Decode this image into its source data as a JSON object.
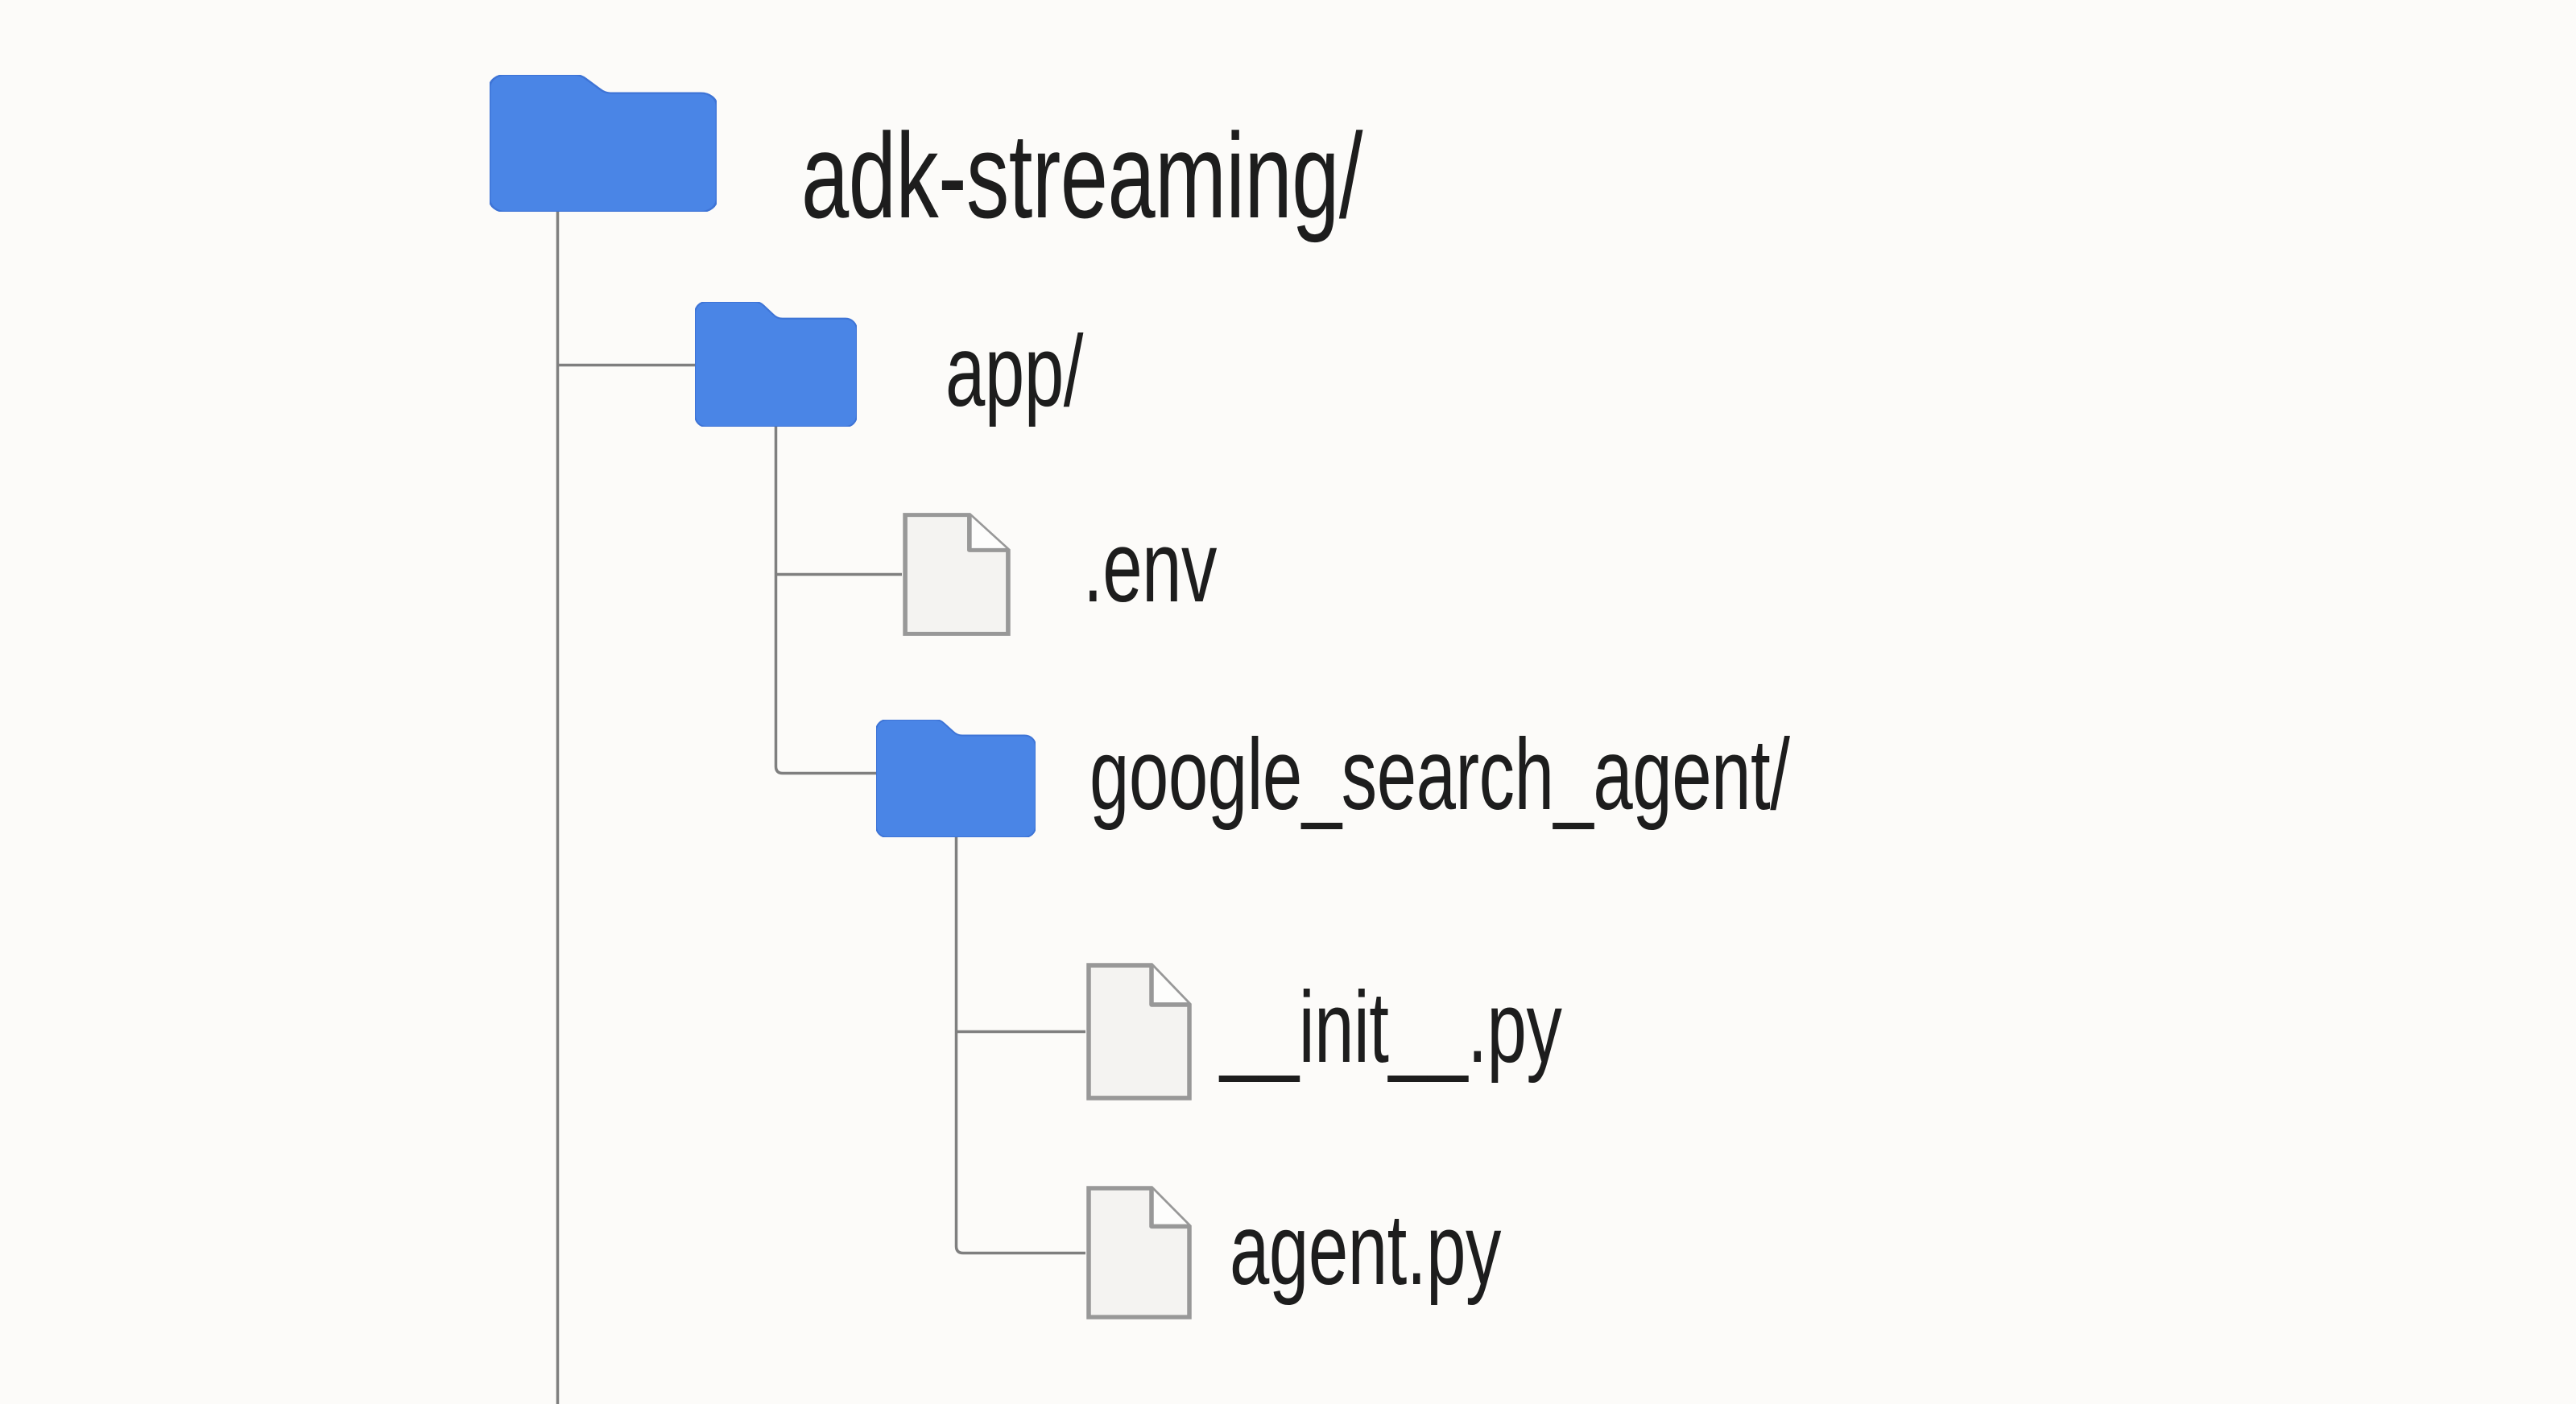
{
  "diagram": {
    "type": "file-tree",
    "colors": {
      "background": "#fcfbf9",
      "connector_line": "#7f7f7f",
      "folder_fill": "#4a85e6",
      "folder_edge": "#3e74d6",
      "file_fill": "#f4f3f1",
      "file_border": "#989898",
      "label_text": "#1d1d1d"
    },
    "nodes": [
      {
        "label": "adk-streaming/",
        "type": "folder",
        "icon": "folder-icon",
        "depth": 0,
        "parent": null
      },
      {
        "label": "app/",
        "type": "folder",
        "icon": "folder-icon",
        "depth": 1,
        "parent": "adk-streaming/"
      },
      {
        "label": ".env",
        "type": "file",
        "icon": "file-icon",
        "depth": 2,
        "parent": "app/"
      },
      {
        "label": "google_search_agent/",
        "type": "folder",
        "icon": "folder-icon",
        "depth": 2,
        "parent": "app/"
      },
      {
        "label": "__init__.py",
        "type": "file",
        "icon": "file-icon",
        "depth": 3,
        "parent": "google_search_agent/"
      },
      {
        "label": "agent.py",
        "type": "file",
        "icon": "file-icon",
        "depth": 3,
        "parent": "google_search_agent/"
      }
    ]
  }
}
